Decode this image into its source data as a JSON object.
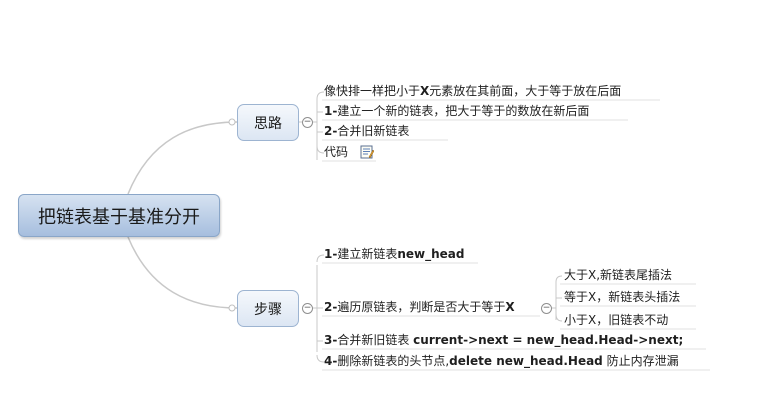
{
  "root": {
    "label": "把链表基于基准分开"
  },
  "branches": [
    {
      "label": "思路",
      "leaves": [
        {
          "prefix": "",
          "text": "像快排一样把小于",
          "bold": "X",
          "suffix": "元素放在其前面，大于等于放在后面"
        },
        {
          "prefix": "1-",
          "text": "建立一个新的链表，把大于等于的数放在新后面",
          "bold": "",
          "suffix": ""
        },
        {
          "prefix": "2-",
          "text": "合并旧新链表",
          "bold": "",
          "suffix": ""
        },
        {
          "prefix": "",
          "text": "代码",
          "bold": "",
          "suffix": ""
        }
      ]
    },
    {
      "label": "步骤",
      "leaves": [
        {
          "prefix": "1-",
          "text": "建立新链表",
          "bold": "new_head",
          "suffix": ""
        },
        {
          "prefix": "2-",
          "text": "遍历原链表，判断是否大于等于",
          "bold": "X",
          "suffix": ""
        },
        {
          "prefix": "3-",
          "text": "合并新旧链表 ",
          "bold": "current->next = new_head.Head->next;",
          "suffix": ""
        },
        {
          "prefix": "4-",
          "text": "删除新链表的头节点,",
          "bold": "delete new_head.Head",
          "suffix": " 防止内存泄漏"
        }
      ],
      "sub_items": [
        "大于X,新链表尾插法",
        "等于X，新链表头插法",
        "小于X，旧链表不动"
      ]
    }
  ],
  "icons": {
    "collapse": "minus-icon",
    "note": "note-icon"
  },
  "colors": {
    "line": "#c8c8c8",
    "root_fill": "#a6bede",
    "branch_fill": "#dce6f3"
  }
}
